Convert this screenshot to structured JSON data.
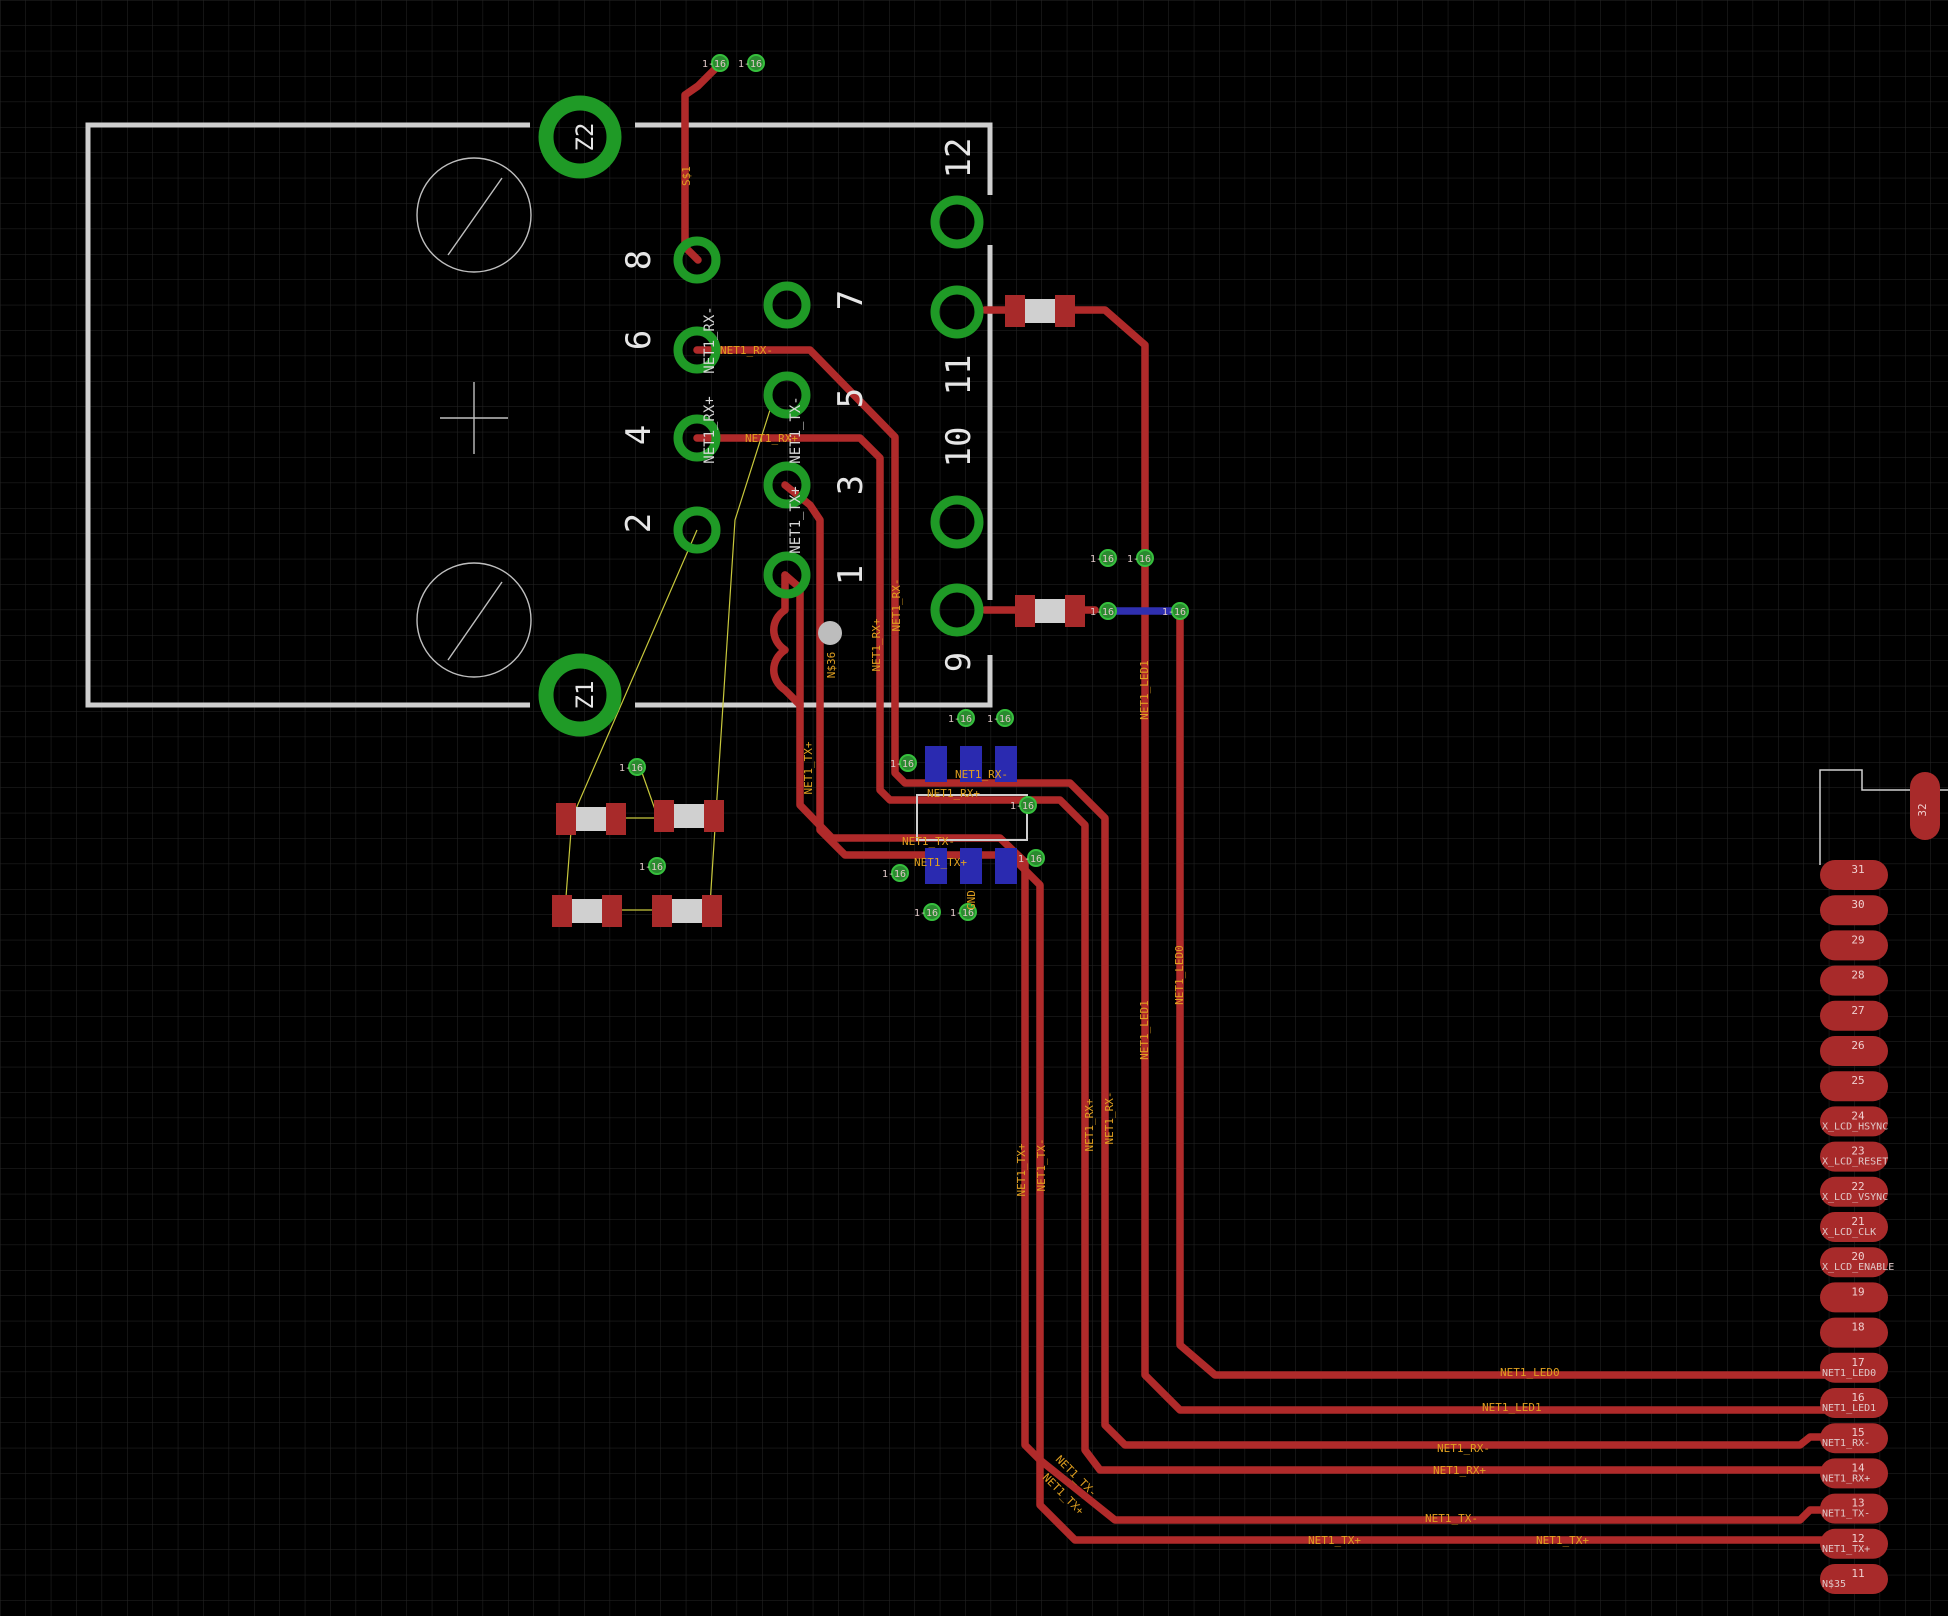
{
  "connector": {
    "pin_numbers": [
      "8",
      "6",
      "4",
      "2",
      "7",
      "5",
      "3",
      "1",
      "12",
      "11",
      "10",
      "9"
    ],
    "mount_holes": [
      "Z2",
      "Z1"
    ],
    "vertical_labels": [
      "NET1_RX+",
      "NET1_RX-",
      "NET1_TX+",
      "NET1_TX-"
    ]
  },
  "header_pads": [
    {
      "num": "32",
      "net": ""
    },
    {
      "num": "31",
      "net": ""
    },
    {
      "num": "30",
      "net": ""
    },
    {
      "num": "29",
      "net": ""
    },
    {
      "num": "28",
      "net": ""
    },
    {
      "num": "27",
      "net": ""
    },
    {
      "num": "26",
      "net": ""
    },
    {
      "num": "25",
      "net": ""
    },
    {
      "num": "24",
      "net": "X_LCD_HSYNC"
    },
    {
      "num": "23",
      "net": "X_LCD_RESET"
    },
    {
      "num": "22",
      "net": "X_LCD_VSYNC"
    },
    {
      "num": "21",
      "net": "X_LCD_CLK"
    },
    {
      "num": "20",
      "net": "X_LCD_ENABLE"
    },
    {
      "num": "19",
      "net": ""
    },
    {
      "num": "18",
      "net": ""
    },
    {
      "num": "17",
      "net": "NET1_LED0"
    },
    {
      "num": "16",
      "net": "NET1_LED1"
    },
    {
      "num": "15",
      "net": "NET1_RX-"
    },
    {
      "num": "14",
      "net": "NET1_RX+"
    },
    {
      "num": "13",
      "net": "NET1_TX-"
    },
    {
      "num": "12",
      "net": "NET1_TX+"
    },
    {
      "num": "11",
      "net": "N$35"
    }
  ],
  "net_labels": {
    "led0": "NET1_LED0",
    "led1": "NET1_LED1",
    "rx_minus": "NET1_RX-",
    "rx_plus": "NET1_RX+",
    "tx_minus": "NET1_TX-",
    "tx_plus": "NET1_TX+",
    "gnd": "GND",
    "s1": "S$1",
    "n36": "N$36"
  },
  "via_label": "1-16",
  "colors": {
    "background": "#000000",
    "grid": "#262626",
    "top_copper": "#b02a2a",
    "bottom_copper": "#2f2fb0",
    "pads": "#1f9a26",
    "labels": "#e0a020"
  }
}
